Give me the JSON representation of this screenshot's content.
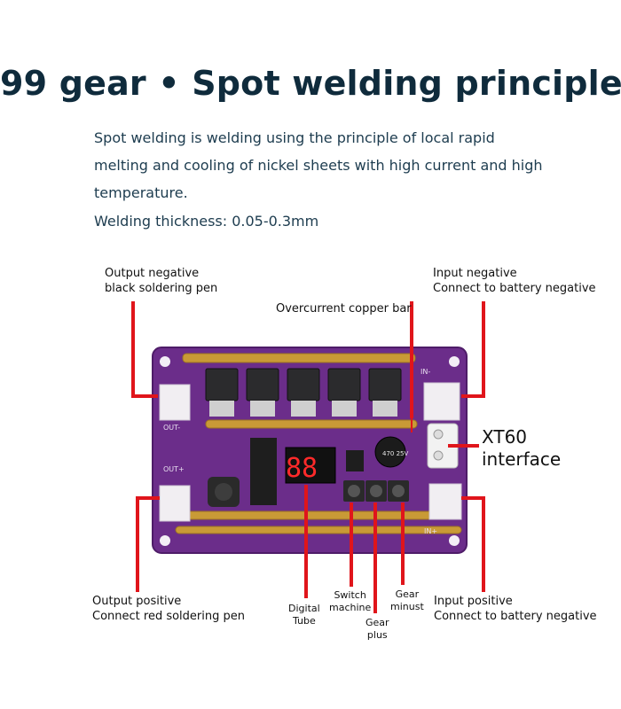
{
  "title": "99 gear • Spot welding principle",
  "description": {
    "line1": "Spot welding is welding using the principle of local rapid",
    "line2": "melting and cooling of nickel sheets with high current and high",
    "line3": "temperature.",
    "line4": "Welding thickness: 0.05-0.3mm"
  },
  "labels": {
    "output_negative": {
      "line1": "Output negative",
      "line2": "black soldering pen"
    },
    "input_negative": {
      "line1": "Input negative",
      "line2": "Connect to battery negative"
    },
    "overcurrent": "Overcurrent copper bar",
    "xt60": {
      "line1": "XT60",
      "line2": "interface"
    },
    "output_positive": {
      "line1": "Output positive",
      "line2": "Connect red soldering pen"
    },
    "input_positive": {
      "line1": "Input positive",
      "line2": "Connect to battery negative"
    },
    "digital_tube": {
      "line1": "Digital",
      "line2": "Tube"
    },
    "switch_machine": {
      "line1": "Switch",
      "line2": "machine"
    },
    "gear_plus": {
      "line1": "Gear",
      "line2": "plus"
    },
    "gear_minus": {
      "line1": "Gear",
      "line2": "minust"
    }
  },
  "board": {
    "display_digits": "88",
    "capacitor_text": "470 25V",
    "silk_out_minus": "OUT-",
    "silk_out_plus": "OUT+",
    "silk_in_minus": "IN-",
    "silk_in_plus": "IN+"
  },
  "colors": {
    "board": "#6b2d8a",
    "board_edge": "#4e1c68",
    "copper_bar": "#c99a36",
    "pointer": "#e0151b",
    "title": "#0f2b3c"
  }
}
